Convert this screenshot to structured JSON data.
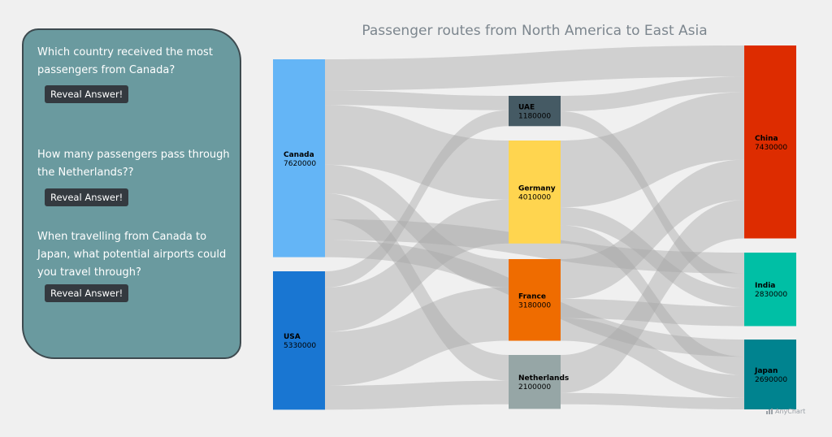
{
  "quiz": {
    "questions": [
      {
        "text": "Which country received the most passengers from Canada?",
        "button": "Reveal Answer!"
      },
      {
        "text": "How many passengers pass through the Netherlands??",
        "button": "Reveal Answer!"
      },
      {
        "text": "When travelling from Canada to Japan, what potential airports could you travel through?",
        "button": "Reveal Answer!"
      }
    ]
  },
  "credits": {
    "label": "AnyChart"
  },
  "chart_data": {
    "type": "sankey",
    "title": "Passenger routes from North America to East Asia",
    "nodes": [
      {
        "name": "Canada",
        "value": 7620000,
        "color": "#64b5f6"
      },
      {
        "name": "USA",
        "value": 5330000,
        "color": "#1976d2"
      },
      {
        "name": "UAE",
        "value": 1180000,
        "color": "#455a64"
      },
      {
        "name": "Germany",
        "value": 4010000,
        "color": "#ffd54f"
      },
      {
        "name": "France",
        "value": 3180000,
        "color": "#ef6c00"
      },
      {
        "name": "Netherlands",
        "value": 2100000,
        "color": "#96a6a6"
      },
      {
        "name": "China",
        "value": 7430000,
        "color": "#dd2c00"
      },
      {
        "name": "India",
        "value": 2830000,
        "color": "#00bfa5"
      },
      {
        "name": "Japan",
        "value": 2690000,
        "color": "#00838f"
      }
    ],
    "links": [
      {
        "from": "Canada",
        "to": "China",
        "value": 1200000
      },
      {
        "from": "Canada",
        "to": "UAE",
        "value": 560000
      },
      {
        "from": "Canada",
        "to": "Germany",
        "value": 2300000
      },
      {
        "from": "Canada",
        "to": "France",
        "value": 1100000
      },
      {
        "from": "Canada",
        "to": "Netherlands",
        "value": 1000000
      },
      {
        "from": "Canada",
        "to": "India",
        "value": 800000
      },
      {
        "from": "Canada",
        "to": "Japan",
        "value": 660000
      },
      {
        "from": "USA",
        "to": "UAE",
        "value": 620000
      },
      {
        "from": "USA",
        "to": "Germany",
        "value": 1710000
      },
      {
        "from": "USA",
        "to": "France",
        "value": 2080000
      },
      {
        "from": "USA",
        "to": "Netherlands",
        "value": 920000
      },
      {
        "from": "UAE",
        "to": "China",
        "value": 600000
      },
      {
        "from": "UAE",
        "to": "India",
        "value": 580000
      },
      {
        "from": "Germany",
        "to": "China",
        "value": 2600000
      },
      {
        "from": "Germany",
        "to": "India",
        "value": 700000
      },
      {
        "from": "Germany",
        "to": "Japan",
        "value": 710000
      },
      {
        "from": "France",
        "to": "China",
        "value": 1550000
      },
      {
        "from": "France",
        "to": "India",
        "value": 750000
      },
      {
        "from": "France",
        "to": "Japan",
        "value": 880000
      },
      {
        "from": "Netherlands",
        "to": "China",
        "value": 1480000
      },
      {
        "from": "Netherlands",
        "to": "Japan",
        "value": 440000
      }
    ]
  }
}
